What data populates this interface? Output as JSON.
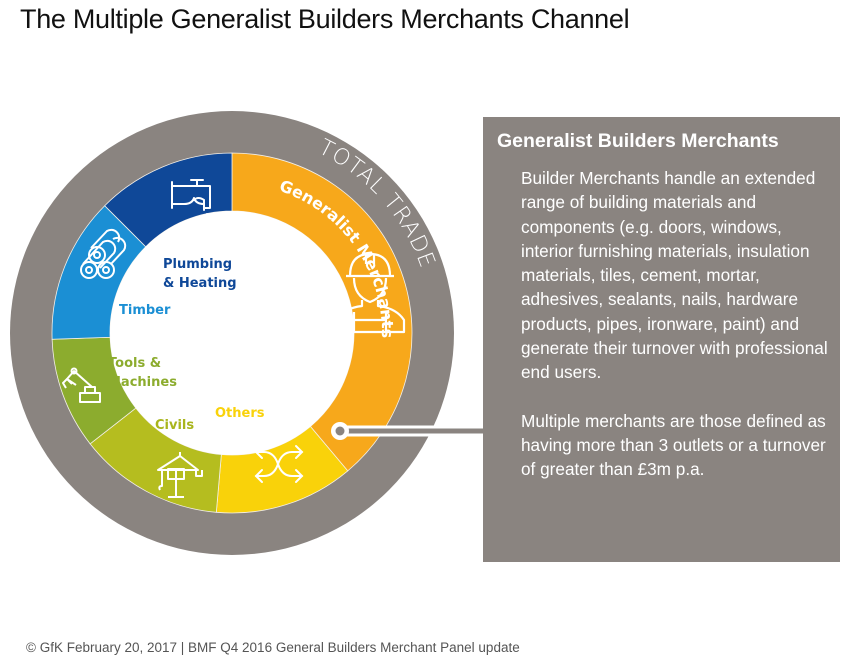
{
  "title": "The Multiple Generalist Builders Merchants Channel",
  "wheel": {
    "outer_ring_label": "TOTAL TRADE",
    "colors": {
      "outer_ring": "#8a8480",
      "generalist": "#f7a81b",
      "others": "#f9d20a",
      "civils": "#b5bd1f",
      "tools": "#8cac2e",
      "timber": "#1b8fd4",
      "plumbing": "#0f4898"
    },
    "segments": [
      {
        "key": "generalist",
        "label": "Generalist Merchants",
        "icon": "construction-worker-icon",
        "text_color": "#ffffff"
      },
      {
        "key": "others",
        "label": "Others",
        "icon": "crossing-arrows-icon",
        "text_color": "#f9d20a"
      },
      {
        "key": "civils",
        "label": "Civils",
        "icon": "crane-icon",
        "text_color": "#a9b51c"
      },
      {
        "key": "tools",
        "label_line1": "Tools &",
        "label_line2": "Machines",
        "icon": "robot-arm-icon",
        "text_color": "#8cac2e"
      },
      {
        "key": "timber",
        "label": "Timber",
        "icon": "logs-icon",
        "text_color": "#1b8fd4"
      },
      {
        "key": "plumbing",
        "label_line1": "Plumbing",
        "label_line2": "& Heating",
        "icon": "tap-icon",
        "text_color": "#0f4898"
      }
    ]
  },
  "panel": {
    "title": "Generalist Builders Merchants",
    "paragraph1": "Builder Merchants handle an extended range of building materials and components (e.g. doors, windows, interior furnishing materials, insulation materials, tiles, cement, mortar, adhesives, sealants, nails, hardware products, pipes, ironware, paint) and generate their turnover with professional end users.",
    "paragraph2": "Multiple merchants are those defined as having more than 3 outlets or a turnover of greater than £3m p.a."
  },
  "footer": "© GfK February 20, 2017 | BMF Q4 2016 General Builders Merchant Panel update"
}
